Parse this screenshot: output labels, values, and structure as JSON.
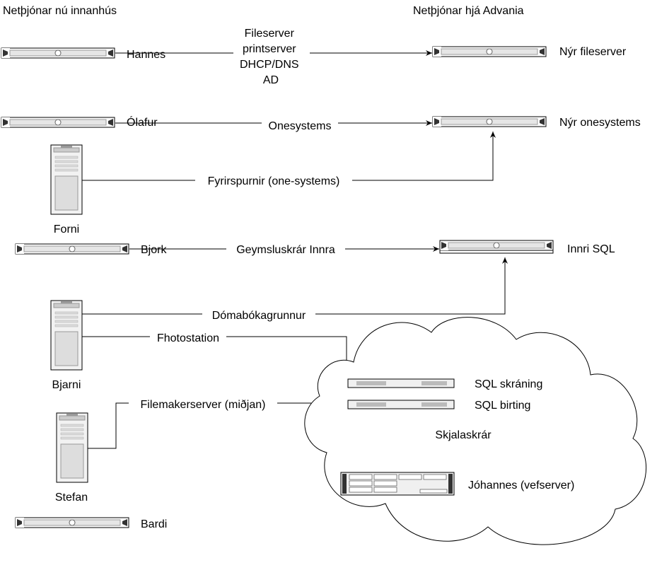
{
  "headers": {
    "left": "Netþjónar nú innanhús",
    "right": "Netþjónar hjá Advania"
  },
  "nodes": {
    "hannes": "Hannes",
    "olafur": "Ólafur",
    "forni": "Forni",
    "bjork": "Bjork",
    "bjarni": "Bjarni",
    "stefan": "Stefan",
    "bardi": "Bardi",
    "nyr_fileserver": "Nýr fileserver",
    "nyr_onesystems": "Nýr onesystems",
    "innri_sql": "Innri SQL",
    "sql_skraning": "SQL skráning",
    "sql_birting": "SQL birting",
    "skjalaskrar": "Skjalaskrár",
    "johannes": "Jóhannes (vefserver)"
  },
  "edges": {
    "hannes_fileserver": [
      "Fileserver",
      "printserver",
      "DHCP/DNS",
      "AD"
    ],
    "olafur_onesystems": "Onesystems",
    "forni_onesystems": "Fyrirspurnir (one-systems)",
    "bjork_innrisql": "Geymsluskrár Innra",
    "bjarni_innrisql": "Dómabókagrunnur",
    "bjarni_cloud": "Fhotostation",
    "stefan_cloud": "Filemakerserver (miðjan)"
  }
}
